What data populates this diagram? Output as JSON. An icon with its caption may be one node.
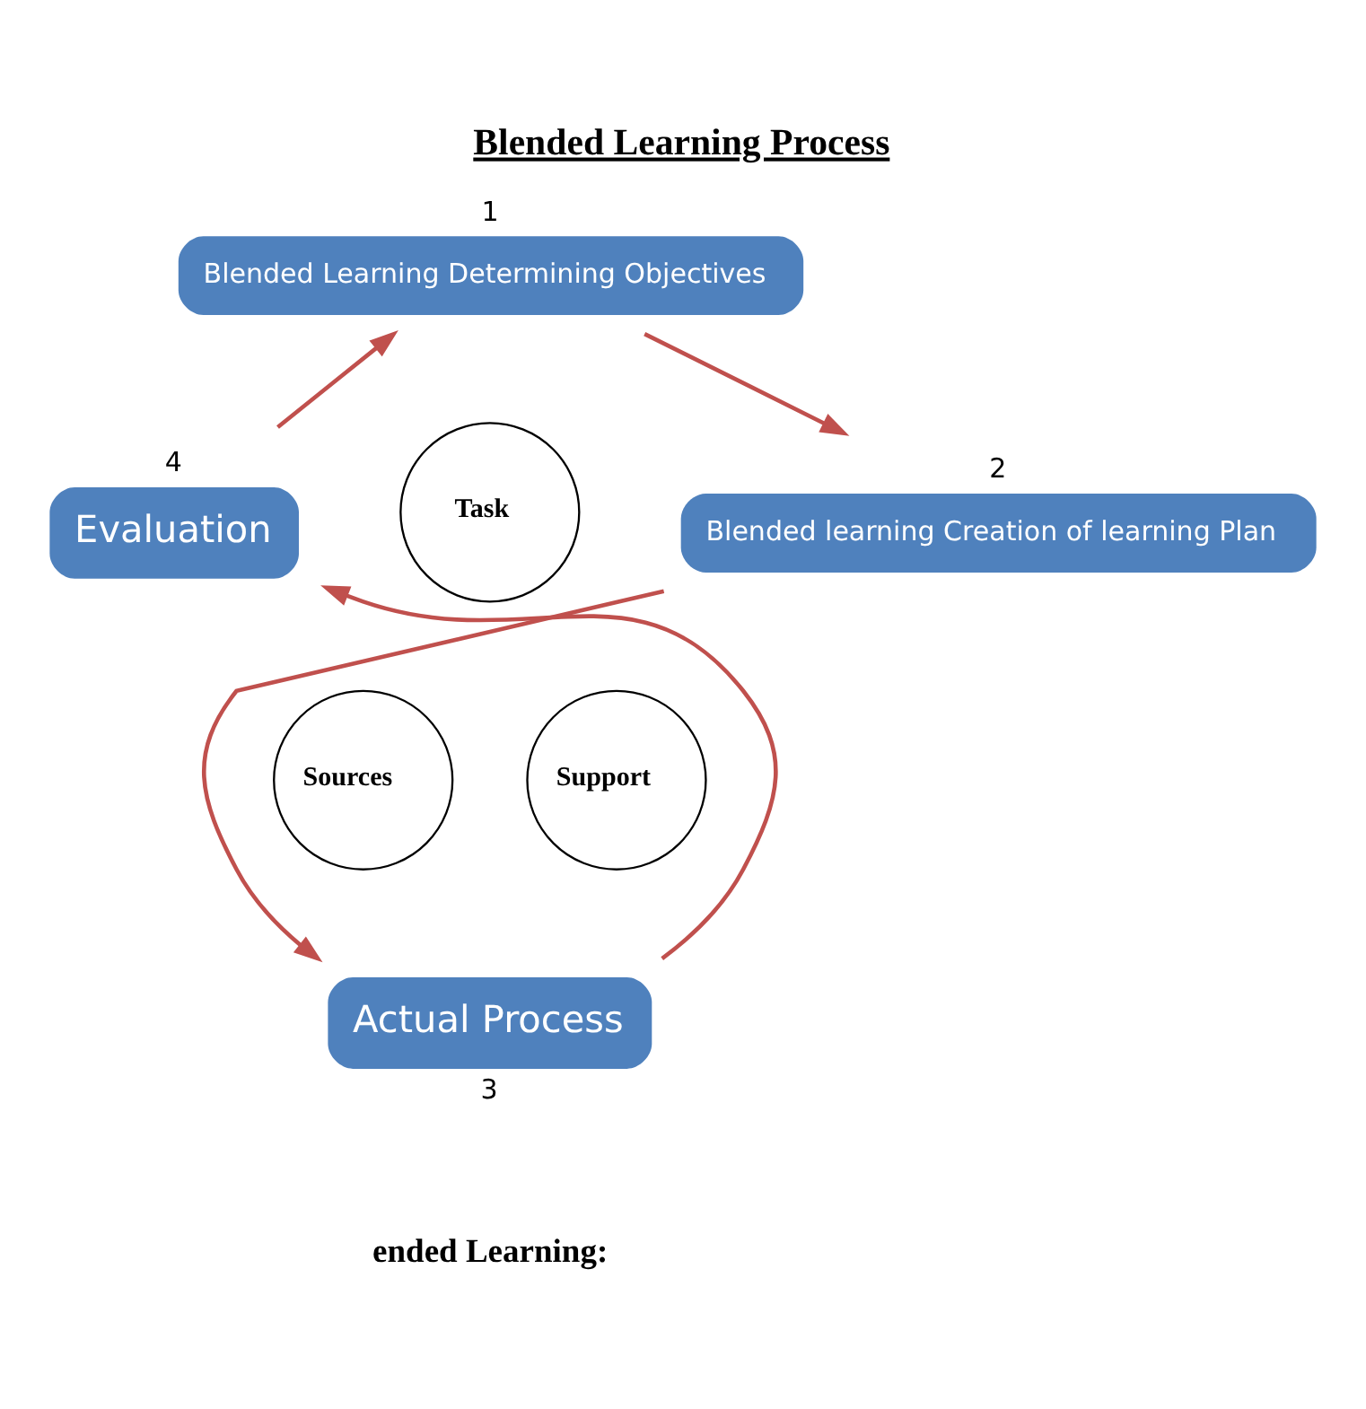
{
  "diagram": {
    "title": "Blended Learning Process",
    "nodes": [
      {
        "text": [
          "Blended Learning Determining Objectives"
        ],
        "beside": [
          "1"
        ]
      },
      {
        "text": [
          "Blended learning Creation of learning Plan"
        ],
        "beside": [
          "2"
        ]
      },
      {
        "text": [
          "Actual Process"
        ],
        "beside": [
          "3"
        ]
      },
      {
        "text": [
          "Evaluation"
        ],
        "beside": [
          "4"
        ]
      },
      {
        "text": [
          "Task"
        ]
      },
      {
        "text": [
          "Sources"
        ]
      },
      {
        "text": [
          "Support"
        ]
      }
    ],
    "edges": [
      {
        "from": 0,
        "to": 1,
        "arrow": "to"
      },
      {
        "from": 1,
        "to": 2,
        "arrow": "to"
      },
      {
        "from": 2,
        "to": 3,
        "arrow": "to"
      },
      {
        "from": 3,
        "to": 0,
        "arrow": "to"
      }
    ],
    "labels": [
      "ended Learning:"
    ]
  }
}
